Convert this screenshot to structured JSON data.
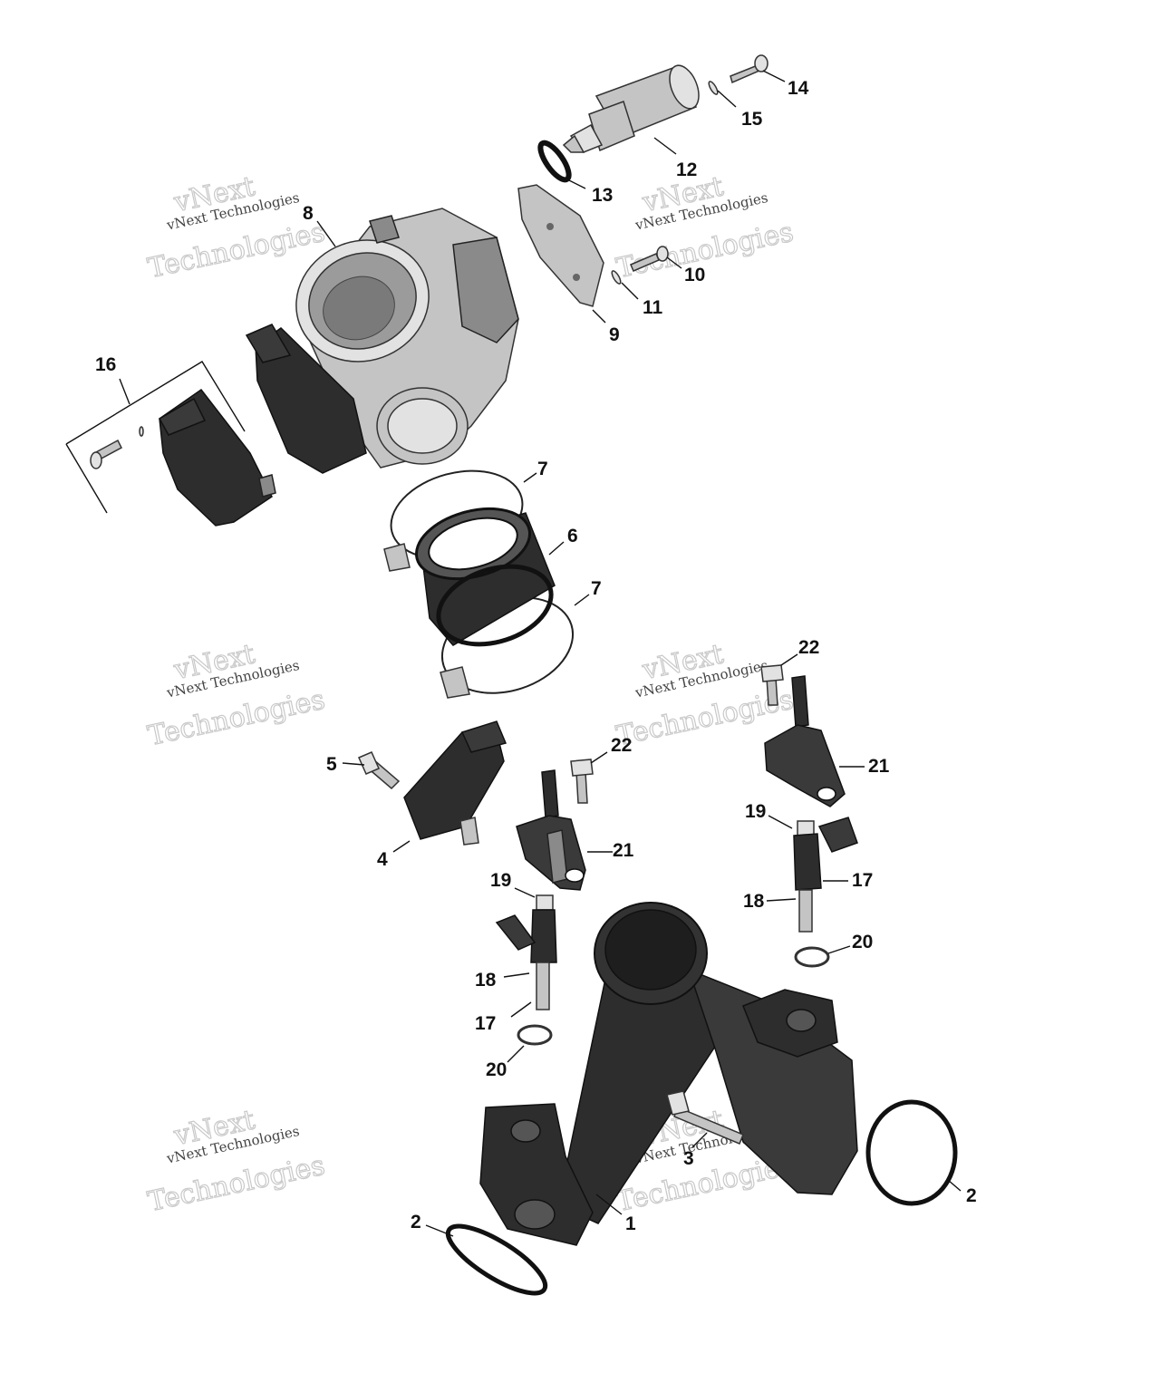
{
  "watermark": {
    "line1": "vNext Technologies",
    "line2": "Technologies",
    "logo": "vNext"
  },
  "callouts": {
    "c1": "1",
    "c2a": "2",
    "c2b": "2",
    "c3": "3",
    "c4": "4",
    "c5": "5",
    "c6": "6",
    "c7a": "7",
    "c7b": "7",
    "c8": "8",
    "c9": "9",
    "c10": "10",
    "c11": "11",
    "c12": "12",
    "c13": "13",
    "c14": "14",
    "c15": "15",
    "c16": "16",
    "c17a": "17",
    "c17b": "17",
    "c18a": "18",
    "c18b": "18",
    "c19a": "19",
    "c19b": "19",
    "c20a": "20",
    "c20b": "20",
    "c21a": "21",
    "c21b": "21",
    "c22a": "22",
    "c22b": "22"
  }
}
